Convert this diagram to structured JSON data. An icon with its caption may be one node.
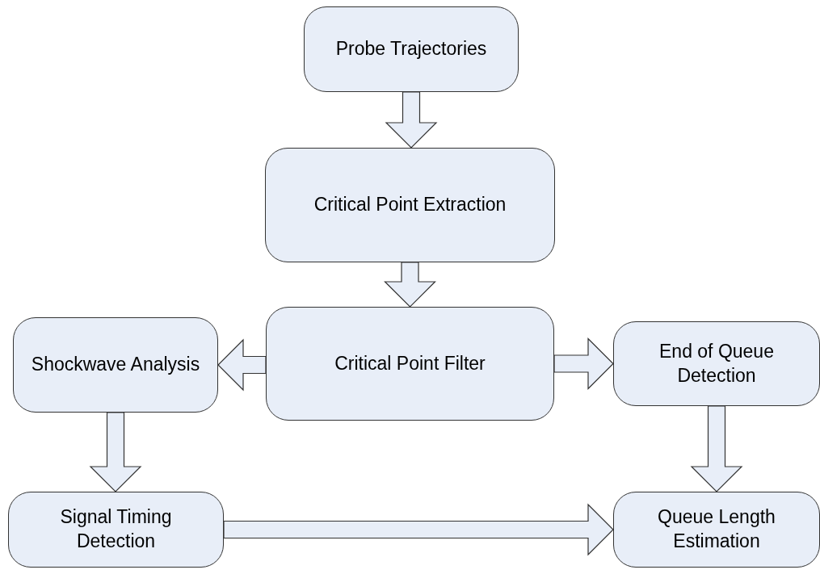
{
  "diagram": {
    "nodes": [
      {
        "text": [
          "Probe Trajectories"
        ]
      },
      {
        "text": [
          "Critical Point Extraction"
        ]
      },
      {
        "text": [
          "Critical Point Filter"
        ]
      },
      {
        "text": [
          "Shockwave Analysis"
        ]
      },
      {
        "text": [
          "End of Queue Detection"
        ]
      },
      {
        "text": [
          "Signal Timing Detection"
        ]
      },
      {
        "text": [
          "Queue Length Estimation"
        ]
      }
    ],
    "edges": [
      {
        "from": 0,
        "to": 1,
        "arrow": "to"
      },
      {
        "from": 1,
        "to": 2,
        "arrow": "to"
      },
      {
        "from": 2,
        "to": 3,
        "arrow": "to"
      },
      {
        "from": 2,
        "to": 4,
        "arrow": "to"
      },
      {
        "from": 3,
        "to": 5,
        "arrow": "to"
      },
      {
        "from": 4,
        "to": 6,
        "arrow": "to"
      },
      {
        "from": 5,
        "to": 6,
        "arrow": "to"
      }
    ]
  }
}
